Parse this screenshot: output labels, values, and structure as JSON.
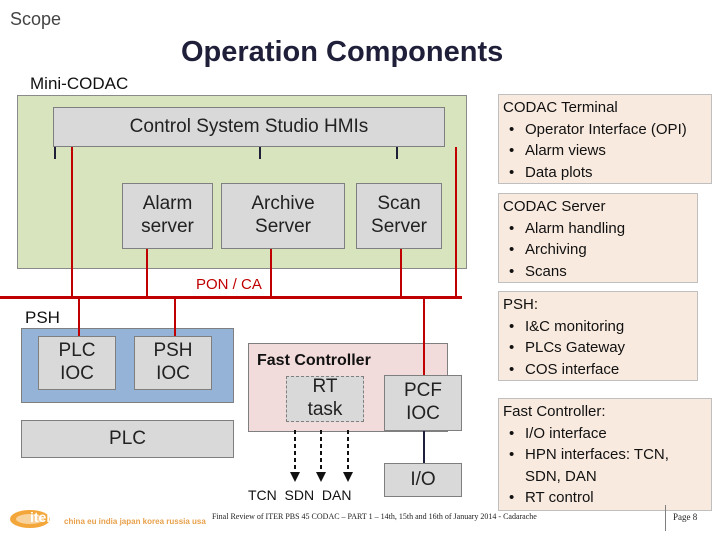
{
  "header": {
    "scope": "Scope",
    "title": "Operation Components",
    "mini_codac": "Mini-CODAC"
  },
  "boxes": {
    "css_hmi": "Control System Studio HMIs",
    "alarm_server": "Alarm server",
    "archive_server": "Archive Server",
    "scan_server": "Scan Server",
    "pon_ca": "PON / CA",
    "psh": "PSH",
    "plc_ioc": "PLC IOC",
    "psh_ioc": "PSH IOC",
    "plc": "PLC",
    "fast_controller": "Fast Controller",
    "rt_task": "RT task",
    "pcf_ioc": "PCF IOC",
    "io": "I/O",
    "networks": "TCN  SDN  DAN"
  },
  "notes": [
    {
      "title": "CODAC Terminal",
      "items": [
        "Operator Interface (OPI)",
        "Alarm views",
        "Data plots"
      ]
    },
    {
      "title": "CODAC Server",
      "items": [
        "Alarm handling",
        "Archiving",
        "Scans"
      ]
    },
    {
      "title": "PSH:",
      "items": [
        "I&C monitoring",
        "PLCs Gateway",
        "COS interface"
      ]
    },
    {
      "title": "Fast Controller:",
      "items": [
        "I/O interface",
        "HPN interfaces: TCN, SDN, DAN",
        "RT control"
      ]
    }
  ],
  "footer": {
    "logo": "iter",
    "partners": "china eu india japan korea russia usa",
    "text": "Final Review of ITER PBS 45 CODAC – PART 1 – 14th, 15th and 16th of January 2014 - Cadarache",
    "page": "Page 8"
  },
  "colors": {
    "title": "#1f1f3a",
    "network": "#c00000",
    "codac_bg": "#d7e4bd",
    "psh_bg": "#95b3d7"
  }
}
